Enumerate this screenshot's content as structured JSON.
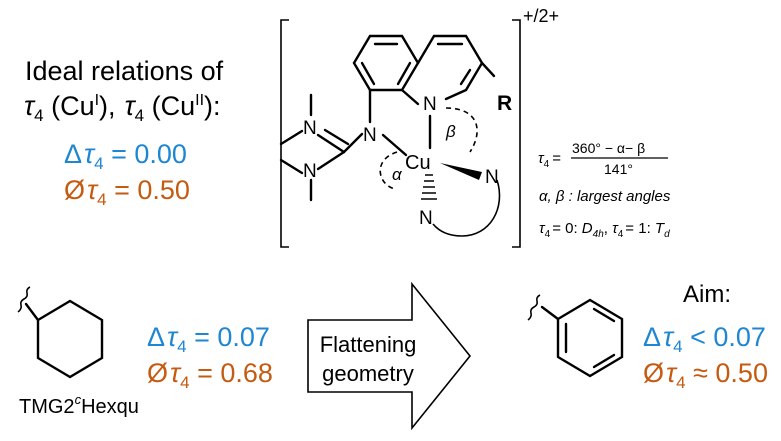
{
  "ideal": {
    "title_line1": "Ideal relations of",
    "tau": "τ",
    "sub4": "4",
    "cu_open": " (Cu",
    "cu_close": ")",
    "sup_I": "I",
    "sup_II": "II",
    "comma": ",",
    "colon": "):",
    "delta_symbol": "Δ",
    "delta_value": " = 0.00",
    "avg_symbol": "Ø",
    "avg_value": " = 0.50"
  },
  "complex": {
    "charge": "+/2+",
    "atom_N": "N",
    "atom_Cu": "Cu",
    "atom_R": "R",
    "alpha": "α",
    "beta": "β"
  },
  "formula": {
    "tau": "τ",
    "sub4": "4",
    "equals": "=",
    "numerator": "360° − α− β",
    "denominator": "141°",
    "largest_angles": "α, β : largest angles",
    "limits_prefix": "= 0: ",
    "d4h_main": "D",
    "d4h_sub": "4h",
    "limits_mid": ", ",
    "limits_mid2": "= 1: ",
    "td_main": "T",
    "td_sub": "d"
  },
  "cyclohexyl": {
    "label_prefix": "TMG2",
    "label_sup": "c",
    "label_suffix": "Hexqu",
    "delta_value": " = 0.07",
    "avg_value": " = 0.68"
  },
  "arrow": {
    "line1": "Flattening",
    "line2": "geometry"
  },
  "aim": {
    "title": "Aim:",
    "delta_value": " < 0.07",
    "avg_value": " ≈ 0.50"
  },
  "colors": {
    "delta": "#1f86d2",
    "avg": "#c55a11"
  }
}
